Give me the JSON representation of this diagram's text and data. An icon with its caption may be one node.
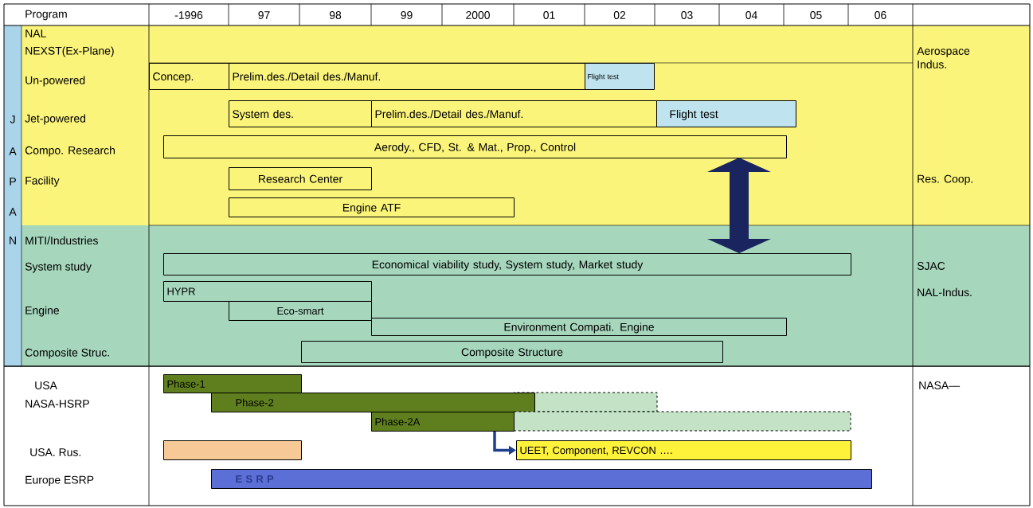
{
  "diagram": {
    "nodes": [
      {
        "text": [
          "Concep."
        ]
      },
      {
        "text": [
          "Prelim.des./Detail des./Manuf."
        ]
      },
      {
        "text": [
          "Flight test"
        ]
      },
      {
        "text": [
          "System des."
        ]
      },
      {
        "text": [
          "Prelim.des./Detail des./Manuf."
        ]
      },
      {
        "text": [
          "Flight test"
        ]
      },
      {
        "text": [
          "Aerody., CFD, St. & Mat., Prop., Control"
        ]
      },
      {
        "text": [
          "Research Center"
        ]
      },
      {
        "text": [
          "Engine ATF"
        ]
      },
      {
        "text": [
          "Economical viability study, System study, Market study"
        ]
      },
      {
        "text": [
          "HYPR"
        ]
      },
      {
        "text": [
          "Eco-smart"
        ]
      },
      {
        "text": [
          "Environment Compati. Engine"
        ]
      },
      {
        "text": [
          "Composite Structure"
        ]
      },
      {
        "text": [
          "Phase-1"
        ]
      },
      {
        "text": [
          "Phase-2"
        ]
      },
      {
        "text": [
          "Phase-2A"
        ]
      },
      {
        "text": [],
        "shape": "bar"
      },
      {
        "text": [
          "UEET, Component, REVCON …."
        ]
      },
      {
        "text": [
          "E S R P"
        ]
      }
    ],
    "edges": [
      {
        "from": 6,
        "to": 9,
        "arrow": "both",
        "style": "thick",
        "color": "#1a2560"
      },
      {
        "from": 16,
        "to": 18,
        "arrow": "to",
        "color": "#1f3f8f"
      }
    ],
    "labels": [
      "Program",
      "-1996",
      "97",
      "98",
      "99",
      "2000",
      "01",
      "02",
      "03",
      "04",
      "05",
      "06",
      "NAL",
      "NEXST(Ex-Plane)",
      "Aerospace Indus.",
      "Un-powered",
      "J",
      "Jet-powered",
      "A",
      "Compo. Research",
      "P",
      "Facility",
      "Res. Coop.",
      "A",
      "N",
      "MITI/Industries",
      "System study",
      "SJAC",
      "NAL-Indus.",
      "Engine",
      "Composite Struc.",
      "USA",
      "NASA-HSRP",
      "NASA—",
      "USA. Rus.",
      "Europe ESRP"
    ]
  }
}
